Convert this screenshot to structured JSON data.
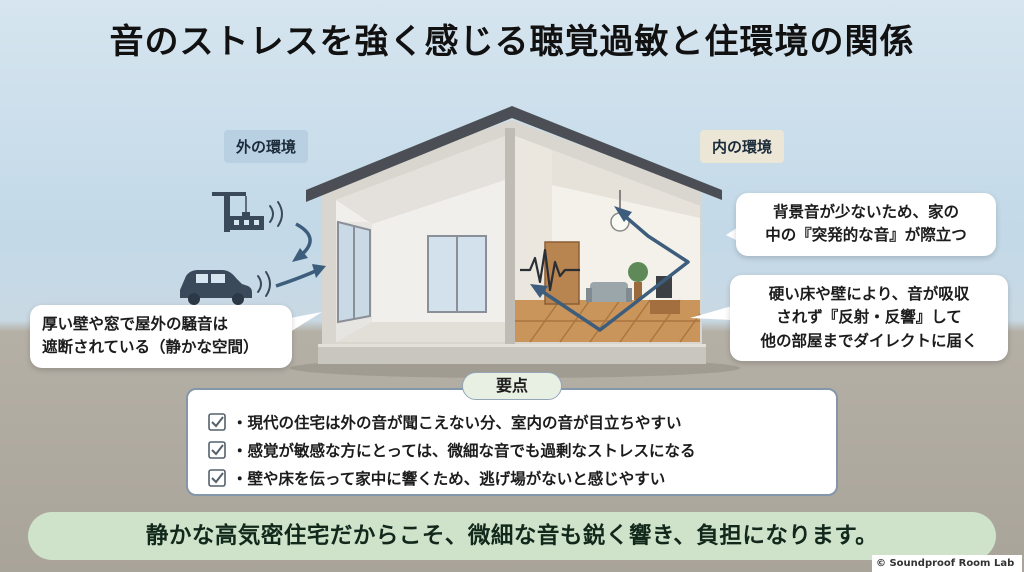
{
  "title": "音のストレスを強く感じる聴覚過敏と住環境の関係",
  "outside_label": "外の環境",
  "inside_label": "内の環境",
  "callouts": {
    "outside": [
      "厚い壁や窓で屋外の騒音は",
      "遮断されている（静かな空間）"
    ],
    "inside_top": [
      "背景音が少ないため、家の",
      "中の『突発的な音』が際立つ"
    ],
    "inside_bottom": [
      "硬い床や壁により、音が吸収",
      "されず『反射・反響』して",
      "他の部屋までダイレクトに届く"
    ]
  },
  "key_points": {
    "label": "要点",
    "items": [
      "・現代の住宅は外の音が聞こえない分、室内の音が目立ちやすい",
      "・感覚が敏感な方にとっては、微細な音でも過剰なストレスになる",
      "・壁や床を伝って家中に響くため、逃げ場がないと感じやすい"
    ]
  },
  "banner": "静かな高気密住宅だからこそ、微細な音も鋭く響き、負担になります。",
  "credit": "© Soundproof Room Lab",
  "icons": [
    "factory-crane-icon",
    "car-icon",
    "sound-wave-icon",
    "check-icon",
    "waveform-icon"
  ],
  "colors": {
    "outside_tag": "#b9d0e3",
    "inside_tag": "#ece6d6",
    "banner": "#cfe3cb",
    "arrow": "#3d5d7d",
    "roof": "#4b4f55"
  }
}
